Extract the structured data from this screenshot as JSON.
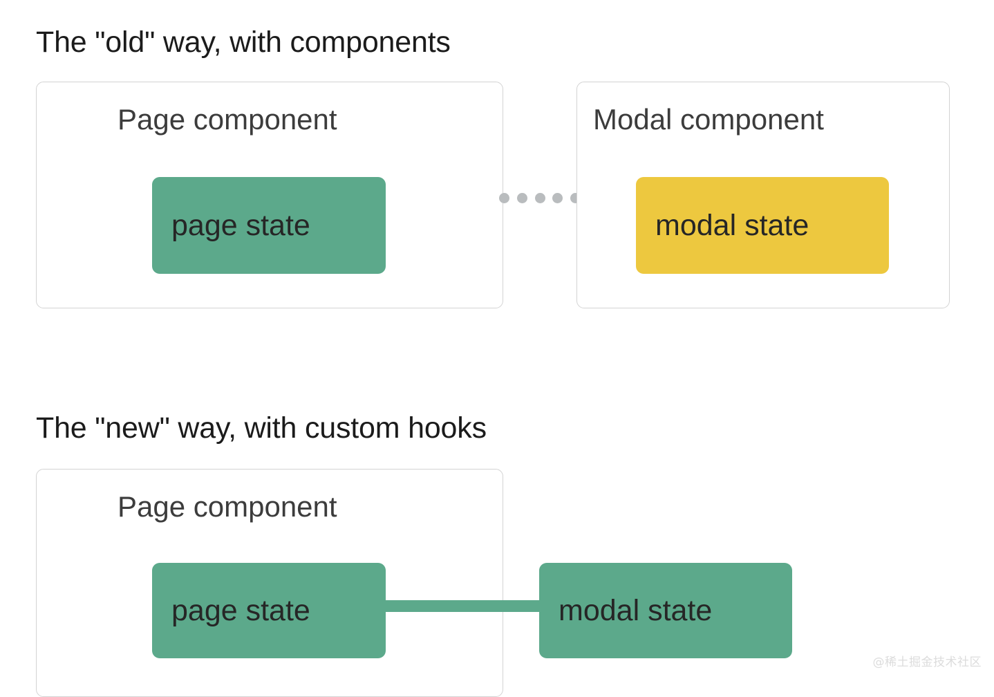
{
  "diagram": {
    "sections": [
      {
        "heading": "The \"old\" way, with components",
        "cards": [
          {
            "title": "Page component",
            "chip": "page state"
          },
          {
            "title": "Modal component",
            "chip": "modal state"
          }
        ],
        "connector": {
          "style": "dotted",
          "dot_count": 5,
          "color": "#b9bcbe"
        }
      },
      {
        "heading": "The \"new\" way, with custom hooks",
        "cards": [
          {
            "title": "Page component",
            "chip": "page state"
          }
        ],
        "external_chip": "modal state",
        "connector": {
          "style": "solid",
          "color": "#5ca98b"
        }
      }
    ]
  },
  "colors": {
    "green": "#5ca98b",
    "yellow": "#edc83f",
    "card_border": "#d3d3d3",
    "heading_text": "#1b1b1b",
    "card_title_text": "#3c3c3c",
    "chip_text": "#262626",
    "dot": "#b9bcbe",
    "background": "#ffffff",
    "watermark": "#dcdcdc"
  },
  "watermark": "@稀土掘金技术社区"
}
